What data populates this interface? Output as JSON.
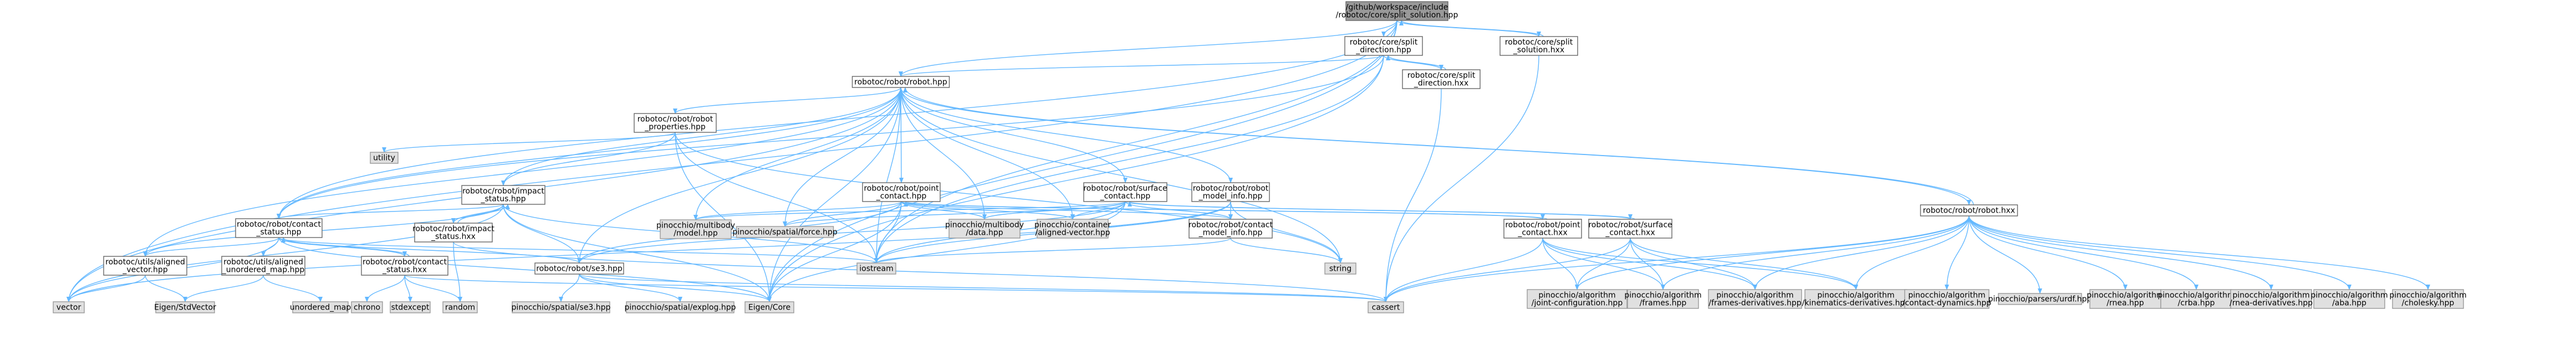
{
  "diagram": {
    "type": "include-dependency-graph",
    "colors": {
      "edge": "#63b8ff",
      "root_fill": "#999999",
      "local_fill": "#ffffff",
      "system_fill": "#e0e0e0",
      "border": "#666666"
    },
    "nodes": [
      {
        "id": "root",
        "kind": "root",
        "lines": [
          "/github/workspace/include",
          "/robotoc/core/split_solution.hpp"
        ]
      },
      {
        "id": "split_direction_hpp",
        "kind": "local",
        "lines": [
          "robotoc/core/split",
          "_direction.hpp"
        ]
      },
      {
        "id": "split_solution_hxx",
        "kind": "local",
        "lines": [
          "robotoc/core/split",
          "_solution.hxx"
        ]
      },
      {
        "id": "split_direction_hxx",
        "kind": "local",
        "lines": [
          "robotoc/core/split",
          "_direction.hxx"
        ]
      },
      {
        "id": "robot_hpp",
        "kind": "local",
        "lines": [
          "robotoc/robot/robot.hpp"
        ]
      },
      {
        "id": "robot_properties_hpp",
        "kind": "local",
        "lines": [
          "robotoc/robot/robot",
          "_properties.hpp"
        ]
      },
      {
        "id": "utility",
        "kind": "sys",
        "lines": [
          "utility"
        ]
      },
      {
        "id": "impact_status_hpp",
        "kind": "local",
        "lines": [
          "robotoc/robot/impact",
          "_status.hpp"
        ]
      },
      {
        "id": "point_contact_hpp",
        "kind": "local",
        "lines": [
          "robotoc/robot/point",
          "_contact.hpp"
        ]
      },
      {
        "id": "surface_contact_hpp",
        "kind": "local",
        "lines": [
          "robotoc/robot/surface",
          "_contact.hpp"
        ]
      },
      {
        "id": "robot_model_info_hpp",
        "kind": "local",
        "lines": [
          "robotoc/robot/robot",
          "_model_info.hpp"
        ]
      },
      {
        "id": "robot_hxx",
        "kind": "local",
        "lines": [
          "robotoc/robot/robot.hxx"
        ]
      },
      {
        "id": "contact_status_hpp",
        "kind": "local",
        "lines": [
          "robotoc/robot/contact",
          "_status.hpp"
        ]
      },
      {
        "id": "impact_status_hxx",
        "kind": "local",
        "lines": [
          "robotoc/robot/impact",
          "_status.hxx"
        ]
      },
      {
        "id": "pin_multibody_model",
        "kind": "sys",
        "lines": [
          "pinocchio/multibody",
          "/model.hpp"
        ]
      },
      {
        "id": "pin_spatial_force",
        "kind": "sys",
        "lines": [
          "pinocchio/spatial/force.hpp"
        ]
      },
      {
        "id": "pin_multibody_data",
        "kind": "sys",
        "lines": [
          "pinocchio/multibody",
          "/data.hpp"
        ]
      },
      {
        "id": "pin_container_aligned_vector",
        "kind": "sys",
        "lines": [
          "pinocchio/container",
          "/aligned-vector.hpp"
        ]
      },
      {
        "id": "contact_model_info_hpp",
        "kind": "local",
        "lines": [
          "robotoc/robot/contact",
          "_model_info.hpp"
        ]
      },
      {
        "id": "point_contact_hxx",
        "kind": "local",
        "lines": [
          "robotoc/robot/point",
          "_contact.hxx"
        ]
      },
      {
        "id": "surface_contact_hxx",
        "kind": "local",
        "lines": [
          "robotoc/robot/surface",
          "_contact.hxx"
        ]
      },
      {
        "id": "aligned_vector_hpp",
        "kind": "local",
        "lines": [
          "robotoc/utils/aligned",
          "_vector.hpp"
        ]
      },
      {
        "id": "aligned_unordered_map_hpp",
        "kind": "local",
        "lines": [
          "robotoc/utils/aligned",
          "_unordered_map.hpp"
        ]
      },
      {
        "id": "contact_status_hxx",
        "kind": "local",
        "lines": [
          "robotoc/robot/contact",
          "_status.hxx"
        ]
      },
      {
        "id": "se3_hpp",
        "kind": "local",
        "lines": [
          "robotoc/robot/se3.hpp"
        ]
      },
      {
        "id": "iostream",
        "kind": "sys",
        "lines": [
          "iostream"
        ]
      },
      {
        "id": "string",
        "kind": "sys",
        "lines": [
          "string"
        ]
      },
      {
        "id": "vector",
        "kind": "sys",
        "lines": [
          "vector"
        ]
      },
      {
        "id": "eigen_stdvector",
        "kind": "sys",
        "lines": [
          "Eigen/StdVector"
        ]
      },
      {
        "id": "unordered_map",
        "kind": "sys",
        "lines": [
          "unordered_map"
        ]
      },
      {
        "id": "chrono",
        "kind": "sys",
        "lines": [
          "chrono"
        ]
      },
      {
        "id": "stdexcept",
        "kind": "sys",
        "lines": [
          "stdexcept"
        ]
      },
      {
        "id": "random",
        "kind": "sys",
        "lines": [
          "random"
        ]
      },
      {
        "id": "pin_spatial_se3",
        "kind": "sys",
        "lines": [
          "pinocchio/spatial/se3.hpp"
        ]
      },
      {
        "id": "pin_spatial_explog",
        "kind": "sys",
        "lines": [
          "pinocchio/spatial/explog.hpp"
        ]
      },
      {
        "id": "eigen_core",
        "kind": "sys",
        "lines": [
          "Eigen/Core"
        ]
      },
      {
        "id": "cassert",
        "kind": "sys",
        "lines": [
          "cassert"
        ]
      },
      {
        "id": "pin_alg_joint_configuration",
        "kind": "sys",
        "lines": [
          "pinocchio/algorithm",
          "/joint-configuration.hpp"
        ]
      },
      {
        "id": "pin_alg_frames",
        "kind": "sys",
        "lines": [
          "pinocchio/algorithm",
          "/frames.hpp"
        ]
      },
      {
        "id": "pin_alg_frames_derivatives",
        "kind": "sys",
        "lines": [
          "pinocchio/algorithm",
          "/frames-derivatives.hpp"
        ]
      },
      {
        "id": "pin_alg_kinematics_derivatives",
        "kind": "sys",
        "lines": [
          "pinocchio/algorithm",
          "/kinematics-derivatives.hpp"
        ]
      },
      {
        "id": "pin_alg_contact_dynamics",
        "kind": "sys",
        "lines": [
          "pinocchio/algorithm",
          "/contact-dynamics.hpp"
        ]
      },
      {
        "id": "pin_parsers_urdf",
        "kind": "sys",
        "lines": [
          "pinocchio/parsers/urdf.hpp"
        ]
      },
      {
        "id": "pin_alg_rnea",
        "kind": "sys",
        "lines": [
          "pinocchio/algorithm",
          "/rnea.hpp"
        ]
      },
      {
        "id": "pin_alg_crba",
        "kind": "sys",
        "lines": [
          "pinocchio/algorithm",
          "/crba.hpp"
        ]
      },
      {
        "id": "pin_alg_rnea_derivatives",
        "kind": "sys",
        "lines": [
          "pinocchio/algorithm",
          "/rnea-derivatives.hpp"
        ]
      },
      {
        "id": "pin_alg_aba",
        "kind": "sys",
        "lines": [
          "pinocchio/algorithm",
          "/aba.hpp"
        ]
      },
      {
        "id": "pin_alg_cholesky",
        "kind": "sys",
        "lines": [
          "pinocchio/algorithm",
          "/cholesky.hpp"
        ]
      }
    ],
    "edges": [
      [
        "root",
        "split_direction_hpp"
      ],
      [
        "root",
        "split_solution_hxx"
      ],
      [
        "root",
        "robot_hpp"
      ],
      [
        "root",
        "contact_status_hpp"
      ],
      [
        "root",
        "iostream"
      ],
      [
        "root",
        "vector"
      ],
      [
        "root",
        "eigen_core"
      ],
      [
        "split_solution_hxx",
        "root"
      ],
      [
        "split_solution_hxx",
        "cassert"
      ],
      [
        "split_direction_hpp",
        "split_direction_hxx"
      ],
      [
        "split_direction_hpp",
        "robot_hpp"
      ],
      [
        "split_direction_hpp",
        "contact_status_hpp"
      ],
      [
        "split_direction_hpp",
        "iostream"
      ],
      [
        "split_direction_hpp",
        "eigen_core"
      ],
      [
        "split_direction_hxx",
        "split_direction_hpp"
      ],
      [
        "split_direction_hxx",
        "cassert"
      ],
      [
        "robot_hpp",
        "robot_properties_hpp"
      ],
      [
        "robot_hpp",
        "impact_status_hpp"
      ],
      [
        "robot_hpp",
        "point_contact_hpp"
      ],
      [
        "robot_hpp",
        "surface_contact_hpp"
      ],
      [
        "robot_hpp",
        "robot_model_info_hpp"
      ],
      [
        "robot_hpp",
        "robot_hxx"
      ],
      [
        "robot_hpp",
        "contact_status_hpp"
      ],
      [
        "robot_hpp",
        "aligned_vector_hpp"
      ],
      [
        "robot_hpp",
        "se3_hpp"
      ],
      [
        "robot_hpp",
        "pin_multibody_model"
      ],
      [
        "robot_hpp",
        "pin_multibody_data"
      ],
      [
        "robot_hpp",
        "pin_spatial_force"
      ],
      [
        "robot_hpp",
        "pin_container_aligned_vector"
      ],
      [
        "robot_hpp",
        "iostream"
      ],
      [
        "robot_hpp",
        "string"
      ],
      [
        "robot_hpp",
        "vector"
      ],
      [
        "robot_hpp",
        "eigen_core"
      ],
      [
        "robot_hxx",
        "robot_hpp"
      ],
      [
        "robot_hxx",
        "cassert"
      ],
      [
        "robot_hxx",
        "pin_alg_joint_configuration"
      ],
      [
        "robot_hxx",
        "pin_alg_frames"
      ],
      [
        "robot_hxx",
        "pin_alg_frames_derivatives"
      ],
      [
        "robot_hxx",
        "pin_alg_kinematics_derivatives"
      ],
      [
        "robot_hxx",
        "pin_alg_contact_dynamics"
      ],
      [
        "robot_hxx",
        "pin_parsers_urdf"
      ],
      [
        "robot_hxx",
        "pin_alg_rnea"
      ],
      [
        "robot_hxx",
        "pin_alg_crba"
      ],
      [
        "robot_hxx",
        "pin_alg_rnea_derivatives"
      ],
      [
        "robot_hxx",
        "pin_alg_aba"
      ],
      [
        "robot_hxx",
        "pin_alg_cholesky"
      ],
      [
        "robot_properties_hpp",
        "utility"
      ],
      [
        "robot_properties_hpp",
        "string"
      ],
      [
        "robot_properties_hpp",
        "eigen_core"
      ],
      [
        "robot_properties_hpp",
        "iostream"
      ],
      [
        "robot_properties_hpp",
        "impact_status_hpp"
      ],
      [
        "impact_status_hpp",
        "impact_status_hxx"
      ],
      [
        "impact_status_hpp",
        "contact_status_hpp"
      ],
      [
        "impact_status_hpp",
        "aligned_vector_hpp"
      ],
      [
        "impact_status_hpp",
        "se3_hpp"
      ],
      [
        "impact_status_hpp",
        "vector"
      ],
      [
        "impact_status_hpp",
        "iostream"
      ],
      [
        "impact_status_hpp",
        "eigen_core"
      ],
      [
        "impact_status_hxx",
        "impact_status_hpp"
      ],
      [
        "impact_status_hxx",
        "random"
      ],
      [
        "impact_status_hxx",
        "cassert"
      ],
      [
        "point_contact_hpp",
        "pin_multibody_model"
      ],
      [
        "point_contact_hpp",
        "pin_multibody_data"
      ],
      [
        "point_contact_hpp",
        "pin_spatial_force"
      ],
      [
        "point_contact_hpp",
        "pin_container_aligned_vector"
      ],
      [
        "point_contact_hpp",
        "contact_model_info_hpp"
      ],
      [
        "point_contact_hpp",
        "point_contact_hxx"
      ],
      [
        "point_contact_hpp",
        "se3_hpp"
      ],
      [
        "point_contact_hpp",
        "iostream"
      ],
      [
        "point_contact_hpp",
        "eigen_core"
      ],
      [
        "point_contact_hxx",
        "point_contact_hpp"
      ],
      [
        "point_contact_hxx",
        "pin_alg_joint_configuration"
      ],
      [
        "point_contact_hxx",
        "pin_alg_frames"
      ],
      [
        "point_contact_hxx",
        "pin_alg_frames_derivatives"
      ],
      [
        "point_contact_hxx",
        "pin_alg_kinematics_derivatives"
      ],
      [
        "point_contact_hxx",
        "cassert"
      ],
      [
        "surface_contact_hpp",
        "pin_multibody_model"
      ],
      [
        "surface_contact_hpp",
        "pin_multibody_data"
      ],
      [
        "surface_contact_hpp",
        "pin_spatial_force"
      ],
      [
        "surface_contact_hpp",
        "pin_container_aligned_vector"
      ],
      [
        "surface_contact_hpp",
        "contact_model_info_hpp"
      ],
      [
        "surface_contact_hpp",
        "surface_contact_hxx"
      ],
      [
        "surface_contact_hpp",
        "se3_hpp"
      ],
      [
        "surface_contact_hpp",
        "iostream"
      ],
      [
        "surface_contact_hpp",
        "eigen_core"
      ],
      [
        "surface_contact_hxx",
        "surface_contact_hpp"
      ],
      [
        "surface_contact_hxx",
        "pin_alg_joint_configuration"
      ],
      [
        "surface_contact_hxx",
        "pin_alg_frames"
      ],
      [
        "surface_contact_hxx",
        "pin_alg_frames_derivatives"
      ],
      [
        "surface_contact_hxx",
        "pin_alg_kinematics_derivatives"
      ],
      [
        "surface_contact_hxx",
        "cassert"
      ],
      [
        "robot_model_info_hpp",
        "contact_model_info_hpp"
      ],
      [
        "robot_model_info_hpp",
        "string"
      ],
      [
        "robot_model_info_hpp",
        "vector"
      ],
      [
        "robot_model_info_hpp",
        "iostream"
      ],
      [
        "contact_model_info_hpp",
        "string"
      ],
      [
        "contact_model_info_hpp",
        "iostream"
      ],
      [
        "contact_status_hpp",
        "contact_status_hxx"
      ],
      [
        "contact_status_hpp",
        "aligned_vector_hpp"
      ],
      [
        "contact_status_hpp",
        "aligned_unordered_map_hpp"
      ],
      [
        "contact_status_hpp",
        "se3_hpp"
      ],
      [
        "contact_status_hpp",
        "vector"
      ],
      [
        "contact_status_hpp",
        "iostream"
      ],
      [
        "contact_status_hpp",
        "eigen_core"
      ],
      [
        "contact_status_hxx",
        "contact_status_hpp"
      ],
      [
        "contact_status_hxx",
        "chrono"
      ],
      [
        "contact_status_hxx",
        "stdexcept"
      ],
      [
        "contact_status_hxx",
        "random"
      ],
      [
        "contact_status_hxx",
        "cassert"
      ],
      [
        "aligned_vector_hpp",
        "vector"
      ],
      [
        "aligned_vector_hpp",
        "eigen_stdvector"
      ],
      [
        "aligned_unordered_map_hpp",
        "unordered_map"
      ],
      [
        "aligned_unordered_map_hpp",
        "eigen_stdvector"
      ],
      [
        "se3_hpp",
        "pin_spatial_se3"
      ],
      [
        "se3_hpp",
        "pin_spatial_explog"
      ],
      [
        "se3_hpp",
        "eigen_core"
      ],
      [
        "se3_hpp",
        "cassert"
      ]
    ]
  }
}
